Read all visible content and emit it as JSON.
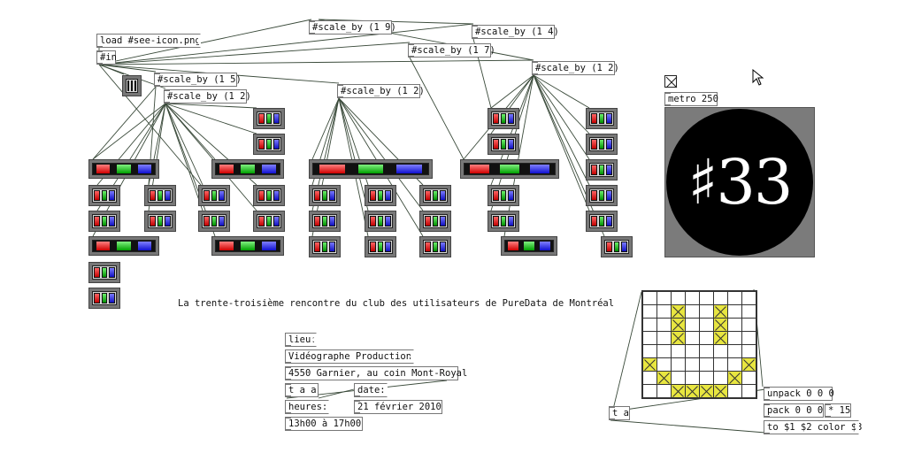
{
  "window": {
    "title": ""
  },
  "objects": {
    "load_icon": "load #see-icon.png",
    "in": "#in",
    "scale_1_9": "#scale_by (1 9)",
    "scale_1_4": "#scale_by (1 4)",
    "scale_1_7": "#scale_by (1 7)",
    "scale_1_2_right": "#scale_by (1 2)",
    "scale_1_5": "#scale_by (1 5)",
    "scale_1_2_left": "#scale_by (1 2)",
    "scale_1_2_mid": "#scale_by (1 2)",
    "metro": "metro 250",
    "lieu": "lieu:",
    "venue": "Vidéographe Production",
    "address": "4550 Garnier, au coin Mont-Royal",
    "t_a_a": "t a a",
    "date_label": "date:",
    "heures": "heures:",
    "date_value": "21 février 2010",
    "hours_value": "13h00 à 17h00",
    "t_a": "t a",
    "unpack": "unpack 0 0 0",
    "pack": "pack 0 0 0",
    "mul15": "* 15",
    "color_msg": "to $1 $2 color $3"
  },
  "title_comment": "La trente-troisième rencontre du club des utilisateurs de PureData de Montréal",
  "display": {
    "number": "♯33",
    "background": "#000000",
    "frame": "#7b7b7b"
  },
  "icons": {
    "toggle": "toggle-x-icon",
    "cursor": "mouse-pointer-icon",
    "rgb": "rgb-bars-icon"
  },
  "grid": {
    "rows": 8,
    "cols": 8,
    "on": [
      [
        1,
        2
      ],
      [
        1,
        5
      ],
      [
        2,
        2
      ],
      [
        2,
        5
      ],
      [
        3,
        2
      ],
      [
        3,
        5
      ],
      [
        5,
        0
      ],
      [
        5,
        7
      ],
      [
        6,
        1
      ],
      [
        6,
        6
      ],
      [
        7,
        2
      ],
      [
        7,
        3
      ],
      [
        7,
        4
      ],
      [
        7,
        5
      ]
    ]
  },
  "colors": {
    "red": "#d00000",
    "green": "#00a000",
    "blue": "#1010d0",
    "cell_on": "#e8e640"
  }
}
